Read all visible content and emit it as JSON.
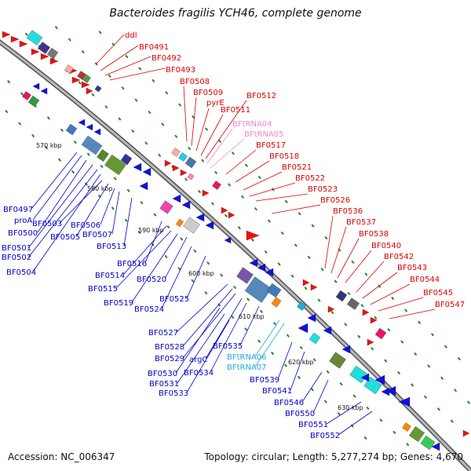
{
  "title": "Bacteroides fragilis YCH46, complete genome",
  "footer": {
    "accession": "Accession: NC_006347",
    "topology": "Topology: circular; Length: 5,277,274 bp; Genes: 4,670"
  },
  "colors": {
    "forward_label": "#dd0000",
    "reverse_label": "#0000cc",
    "forward_rna_label": "#ee88cc",
    "reverse_rna_label": "#22aadd",
    "backbone": "#7a7a7a",
    "cog_dots": "#228822"
  },
  "ticks": [
    "570 kbp",
    "580 kbp",
    "590 kbp",
    "600 kbp",
    "610 kbp",
    "620 kbp",
    "630 kbp"
  ],
  "forward_labels": [
    "ddl",
    "BF0491",
    "BF0492",
    "BF0493",
    "BF0508",
    "BF0509",
    "pyrE",
    "BF0511",
    "BF0512",
    "BFtRNA04",
    "BFtRNA05",
    "BF0517",
    "BF0518",
    "BF0521",
    "BF0522",
    "BF0523",
    "BF0526",
    "BF0536",
    "BF0537",
    "BF0538",
    "BF0540",
    "BF0542",
    "BF0543",
    "BF0544",
    "BF0545",
    "BF0547"
  ],
  "reverse_labels": [
    "BF0497",
    "proA",
    "BF0500",
    "BF0501",
    "BF0502",
    "BF0504",
    "BF0503",
    "BF0505",
    "BF0506",
    "BF0507",
    "BF0513",
    "BF0516",
    "BF0514",
    "BF0515",
    "BF0520",
    "BF0519",
    "BF0524",
    "BF0525",
    "BF0527",
    "BF0528",
    "BF0529",
    "argC",
    "BF0535",
    "BF0534",
    "BFtRNA06",
    "BFtRNA07",
    "BF0530",
    "BF0531",
    "BF0533",
    "BF0539",
    "BF0541",
    "BF0546",
    "BF0550",
    "BF0551",
    "BF0552"
  ]
}
